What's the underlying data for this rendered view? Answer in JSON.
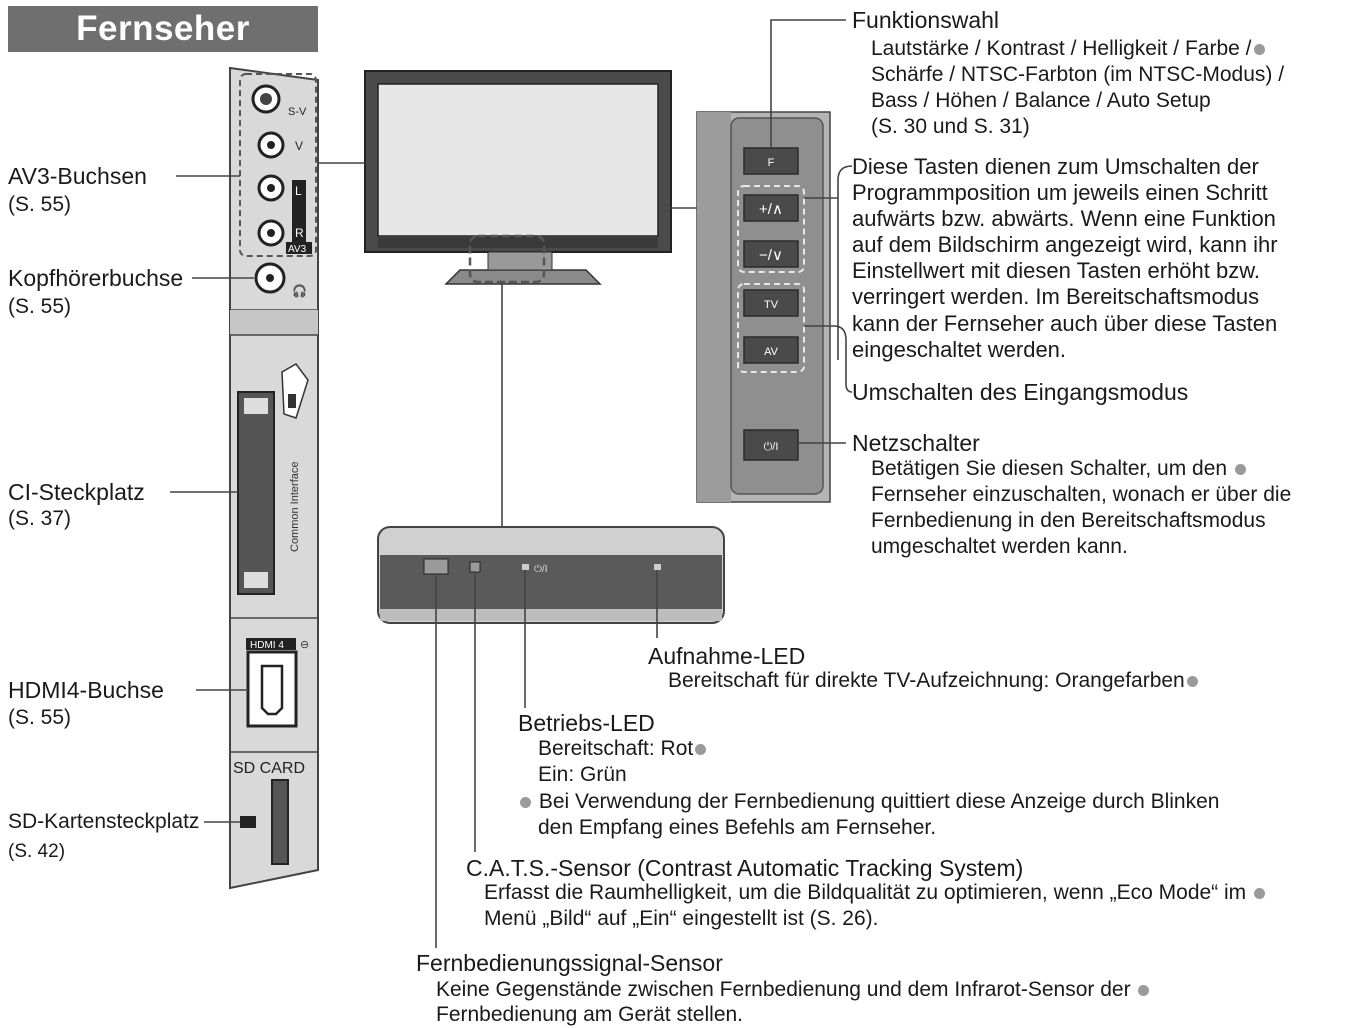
{
  "title": "Fernseher",
  "left_labels": {
    "av3": {
      "name": "AV3-Buchsen",
      "ref": "(S. 55)"
    },
    "headphone": {
      "name": "Kopfhörerbuchse",
      "ref": "(S. 55)"
    },
    "ci": {
      "name": "CI-Steckplatz",
      "ref": "(S. 37)"
    },
    "hdmi4": {
      "name": "HDMI4-Buchse",
      "ref": "(S. 55)"
    },
    "sd": {
      "name": "SD-Kartensteckplatz",
      "ref": "(S. 42)"
    }
  },
  "side_panel_text": {
    "sv": "S-V",
    "v": "V",
    "l": "L",
    "r": "R",
    "av3": "AV3",
    "common_interface": "Common Interface",
    "hdmi4": "HDMI 4",
    "sd_card": "SD CARD"
  },
  "buttons": {
    "f": "F",
    "plus": "+/∧",
    "minus": "−/∨",
    "tv": "TV",
    "av": "AV",
    "power": "⏻/I"
  },
  "front_led_label": "⏻/I",
  "funktionswahl": {
    "title": "Funktionswahl",
    "lines": [
      "Lautstärke / Kontrast / Helligkeit / Farbe /",
      "Schärfe / NTSC-Farbton (im NTSC-Modus) /",
      "Bass / Höhen / Balance / Auto Setup",
      "(S. 30 und S. 31)"
    ]
  },
  "program_keys": {
    "lines": [
      "Diese Tasten dienen zum Umschalten der",
      "Programmposition um jeweils einen Schritt",
      "aufwärts bzw. abwärts. Wenn eine Funktion",
      "auf dem Bildschirm angezeigt wird, kann ihr",
      "Einstellwert mit diesen Tasten erhöht bzw.",
      "verringert werden. Im Bereitschaftsmodus",
      "kann der Fernseher auch über diese Tasten",
      "eingeschaltet werden."
    ]
  },
  "input_mode": "Umschalten des Eingangsmodus",
  "netzschalter": {
    "title": "Netzschalter",
    "lines": [
      "Betätigen Sie diesen Schalter, um den",
      "Fernseher einzuschalten, wonach er über die",
      "Fernbedienung in den Bereitschaftsmodus",
      "umgeschaltet werden kann."
    ]
  },
  "aufnahme_led": {
    "title": "Aufnahme-LED",
    "line": "Bereitschaft für direkte TV-Aufzeichnung: Orangefarben"
  },
  "betriebs_led": {
    "title": "Betriebs-LED",
    "line1": "Bereitschaft: Rot",
    "line2": "Ein: Grün",
    "line3": "Bei Verwendung der Fernbedienung quittiert diese Anzeige durch Blinken",
    "line4": "den Empfang eines Befehls am Fernseher."
  },
  "cats": {
    "title": "C.A.T.S.-Sensor (Contrast Automatic Tracking System)",
    "line1": "Erfasst die Raumhelligkeit, um die Bildqualität zu optimieren, wenn „Eco Mode“ im",
    "line2": "Menü „Bild“ auf „Ein“ eingestellt ist (S. 26)."
  },
  "remote_sensor": {
    "title": "Fernbedienungssignal-Sensor",
    "line1": "Keine Gegenstände zwischen Fernbedienung und dem Infrarot-Sensor der",
    "line2": "Fernbedienung am Gerät stellen."
  }
}
